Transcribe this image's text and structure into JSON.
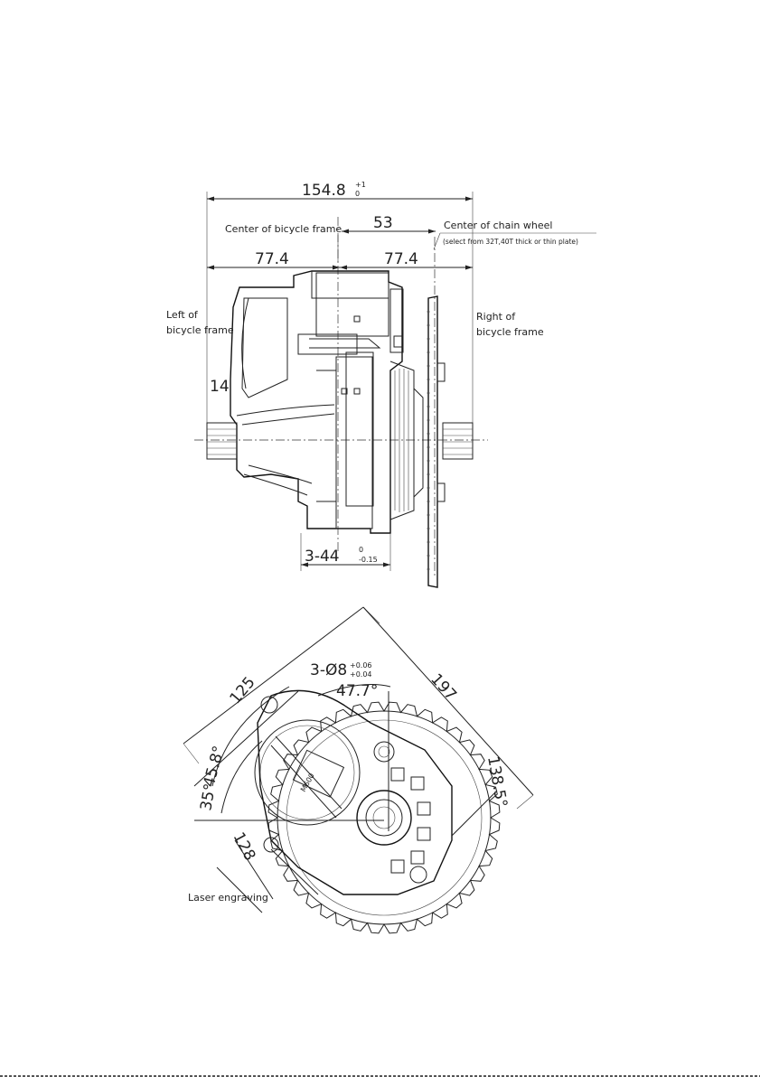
{
  "side_view": {
    "overall_width": "154.8",
    "overall_tol_upper": "+1",
    "overall_tol_lower": "0",
    "offset": "53",
    "half_left": "77.4",
    "half_right": "77.4",
    "left_step": "14",
    "bolt_spacing": "3-44",
    "bolt_tol_upper": "0",
    "bolt_tol_lower": "-0.15",
    "label_center_frame": "Center of bicycle frame",
    "label_center_chainwheel": "Center of chain wheel",
    "label_chainwheel_note": "(select from 32T,40T thick or thin plate)",
    "label_left_1": "Left of",
    "label_left_2": "bicycle frame",
    "label_right_1": "Right of",
    "label_right_2": "bicycle frame"
  },
  "front_view": {
    "hole_spec": "3-Ø8",
    "hole_tol_upper": "+0.06",
    "hole_tol_lower": "+0.04",
    "dim_125": "125",
    "dim_197": "197",
    "angle_47": "47.7°",
    "angle_45": "45.8°",
    "angle_35": "35°",
    "dim_138": "138.5°",
    "dim_128": "128",
    "label_laser": "Laser engraving"
  }
}
